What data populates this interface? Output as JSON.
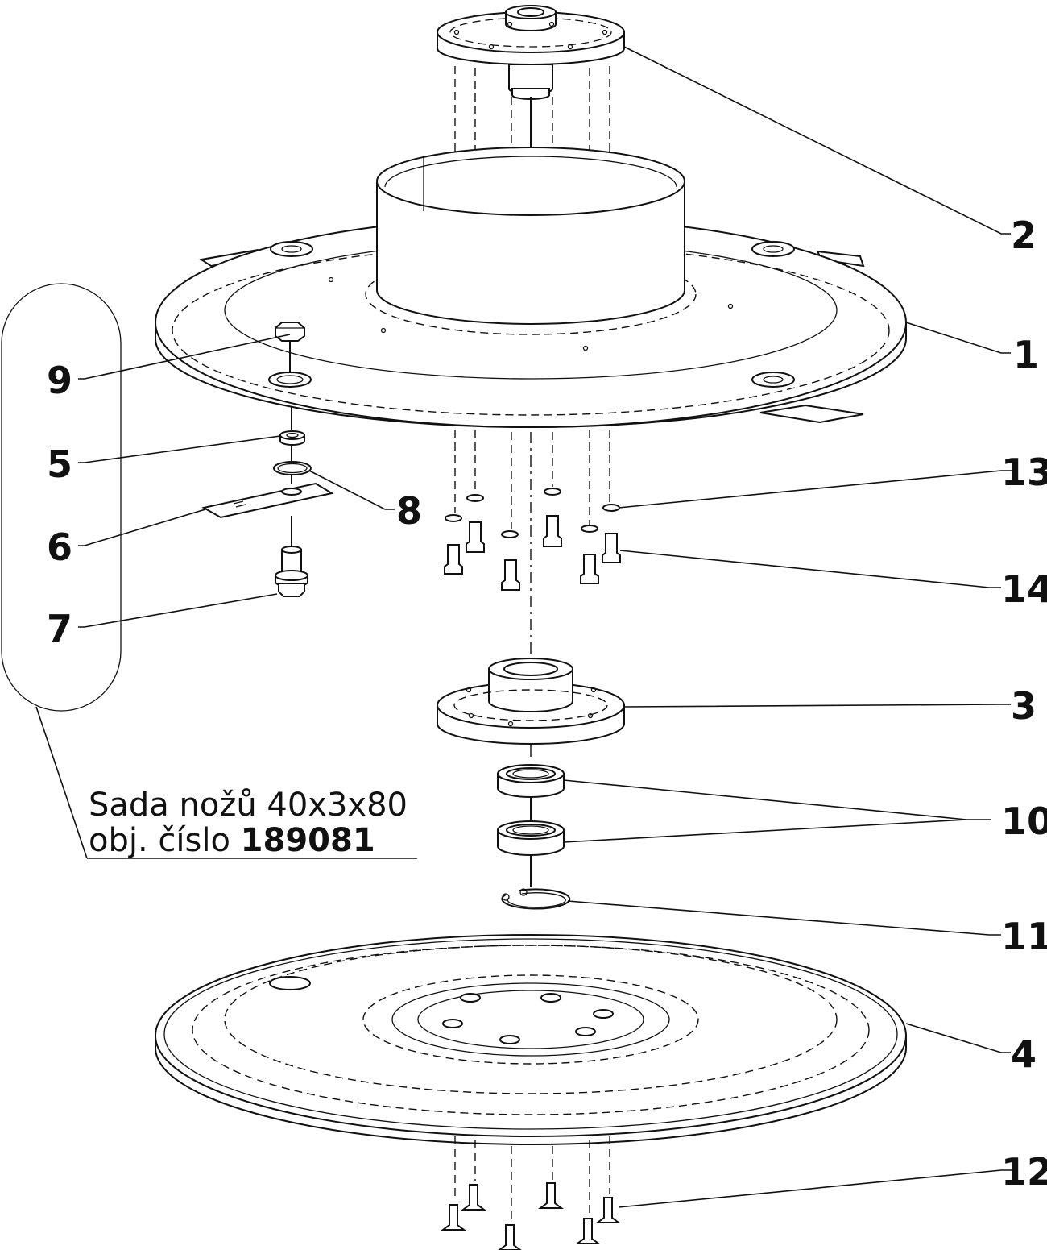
{
  "callouts": {
    "c1": "1",
    "c2": "2",
    "c3": "3",
    "c4": "4",
    "c5": "5",
    "c6": "6",
    "c7": "7",
    "c8": "8",
    "c9": "9",
    "c10": "10",
    "c11": "11",
    "c12": "12",
    "c13": "13",
    "c14": "14"
  },
  "kit_note": {
    "line1": "Sada nožů 40x3x80",
    "line2_prefix": "obj. číslo ",
    "order_number": "189081"
  }
}
